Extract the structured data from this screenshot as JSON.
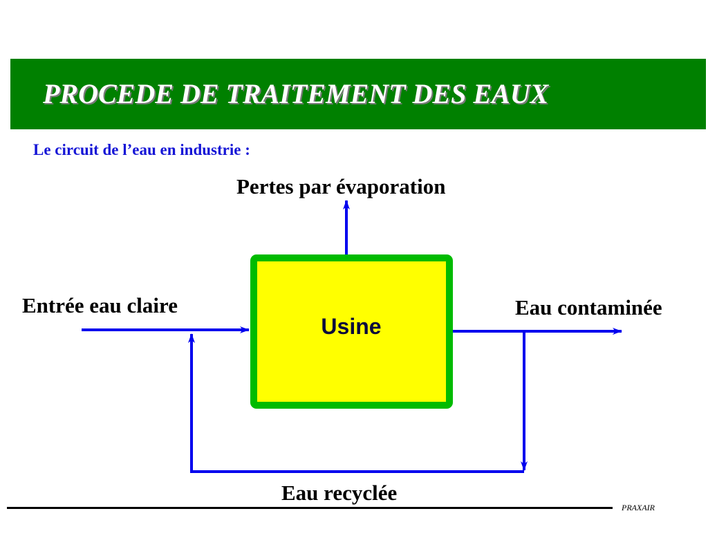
{
  "slide": {
    "title": "PROCEDE DE TRAITEMENT DES EAUX",
    "subtitle": "Le circuit de l’eau en industrie :"
  },
  "diagram": {
    "center_node": "Usine",
    "labels": {
      "top": "Pertes par évaporation",
      "left": "Entrée eau claire",
      "right": "Eau contaminée",
      "bottom": "Eau recyclée"
    }
  },
  "footer": {
    "brand": "PRAXAIR"
  },
  "colors": {
    "banner": "#008000",
    "arrows": "#0000ee",
    "box_fill": "#ffff00",
    "box_border": "#00bb00",
    "subtitle": "#1515d6"
  }
}
